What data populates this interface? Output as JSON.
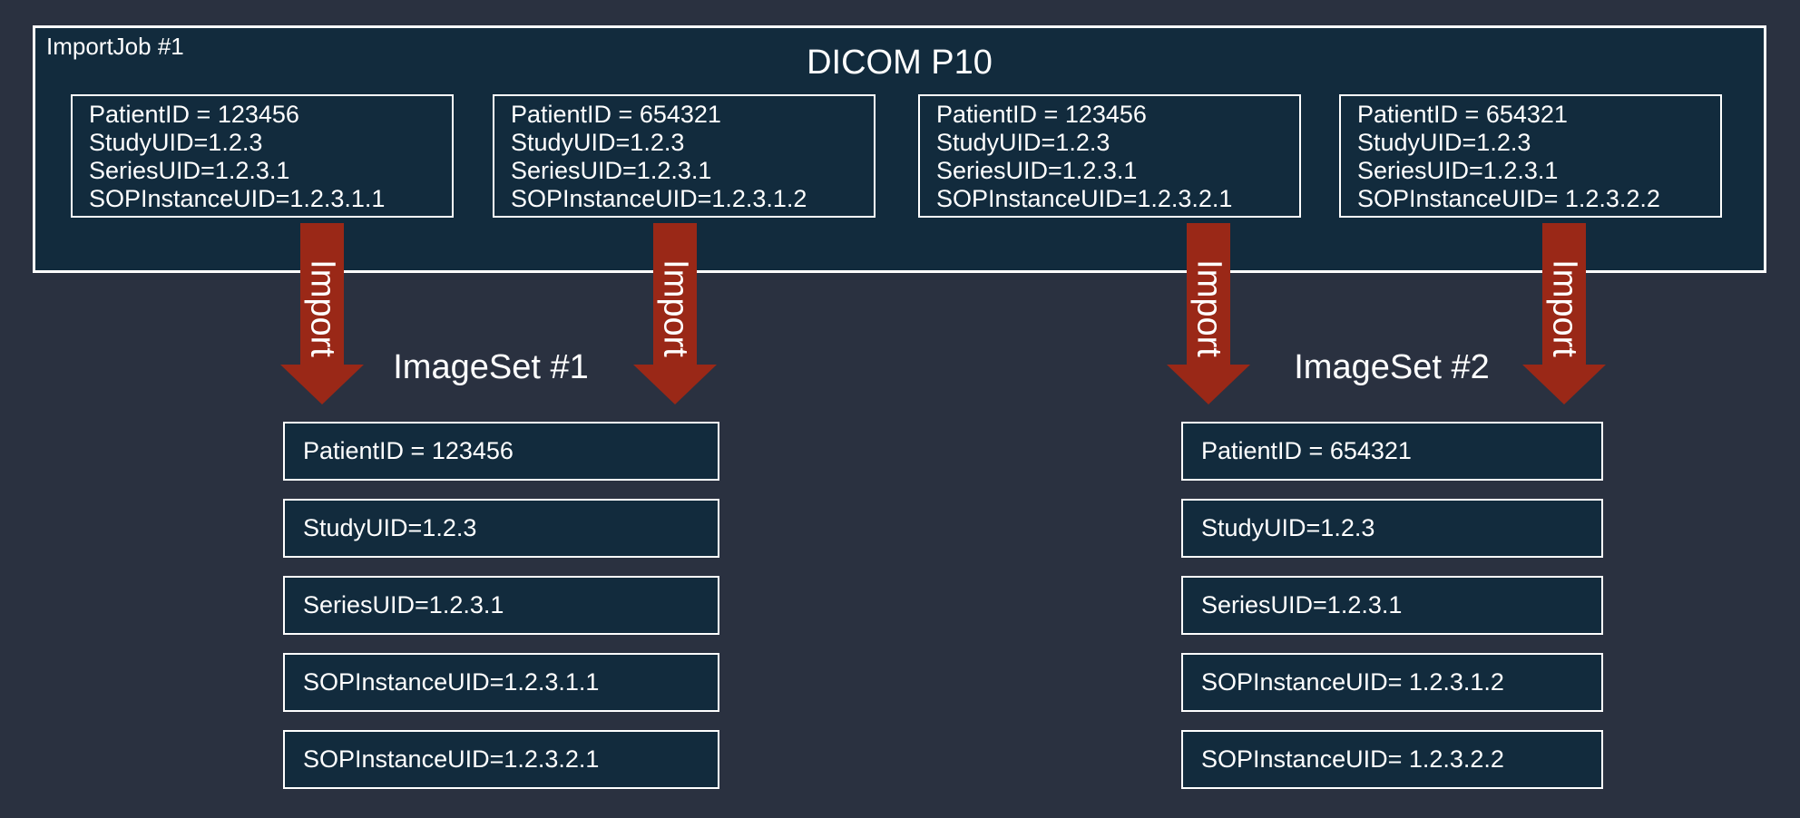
{
  "colors": {
    "background": "#2a3140",
    "panel": "#122b3d",
    "border": "#ffffff",
    "arrow": "#9a2817",
    "text": "#ffffff"
  },
  "import_job": {
    "label": "ImportJob #1",
    "title": "DICOM P10",
    "dicom_files": [
      {
        "lines": [
          "PatientID = 123456",
          "StudyUID=1.2.3",
          "SeriesUID=1.2.3.1",
          "SOPInstanceUID=1.2.3.1.1"
        ]
      },
      {
        "lines": [
          "PatientID = 654321",
          "StudyUID=1.2.3",
          "SeriesUID=1.2.3.1",
          "SOPInstanceUID=1.2.3.1.2"
        ]
      },
      {
        "lines": [
          "PatientID = 123456",
          "StudyUID=1.2.3",
          "SeriesUID=1.2.3.1",
          "SOPInstanceUID=1.2.3.2.1"
        ]
      },
      {
        "lines": [
          "PatientID = 654321",
          "StudyUID=1.2.3",
          "SeriesUID=1.2.3.1",
          "SOPInstanceUID= 1.2.3.2.2"
        ]
      }
    ]
  },
  "arrows": [
    {
      "label": "Import"
    },
    {
      "label": "Import"
    },
    {
      "label": "Import"
    },
    {
      "label": "Import"
    }
  ],
  "image_sets": [
    {
      "title": "ImageSet #1",
      "boxes": [
        "PatientID = 123456",
        "StudyUID=1.2.3",
        "SeriesUID=1.2.3.1",
        "SOPInstanceUID=1.2.3.1.1",
        "SOPInstanceUID=1.2.3.2.1"
      ]
    },
    {
      "title": "ImageSet #2",
      "boxes": [
        "PatientID = 654321",
        "StudyUID=1.2.3",
        "SeriesUID=1.2.3.1",
        "SOPInstanceUID= 1.2.3.1.2",
        "SOPInstanceUID= 1.2.3.2.2"
      ]
    }
  ]
}
